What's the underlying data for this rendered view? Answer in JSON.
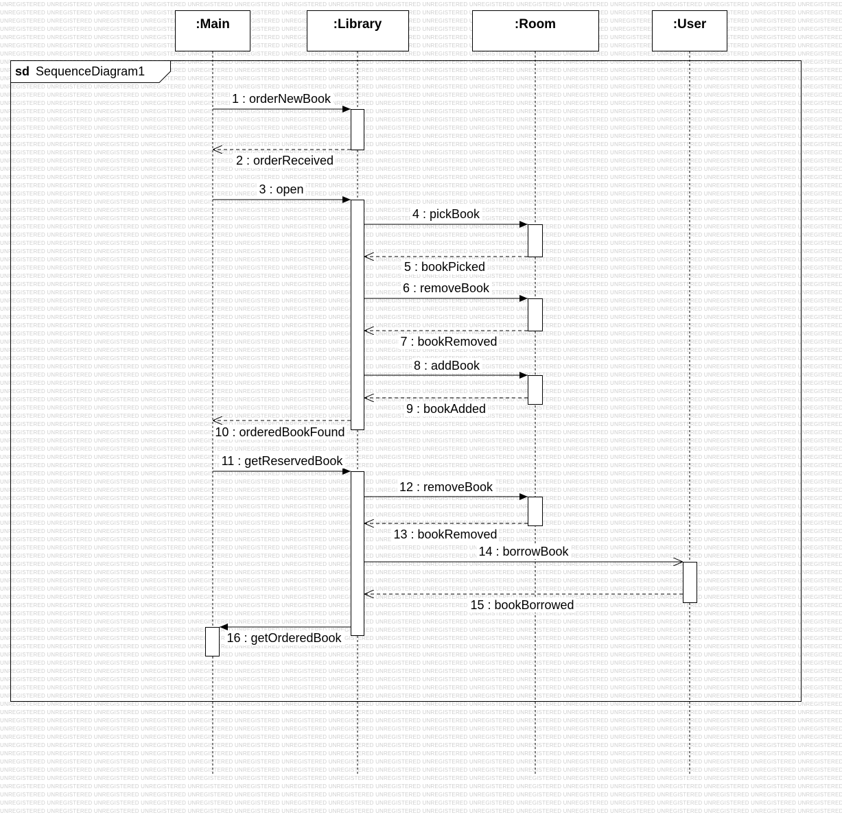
{
  "watermark": "UNREGISTERED",
  "frame": {
    "kind": "sd",
    "name": "SequenceDiagram1"
  },
  "lifelines": [
    {
      "id": "main",
      "label": ":Main"
    },
    {
      "id": "library",
      "label": ":Library"
    },
    {
      "id": "room",
      "label": ":Room"
    },
    {
      "id": "user",
      "label": ":User"
    }
  ],
  "messages": [
    {
      "label": "1 : orderNewBook",
      "from": "main",
      "to": "library",
      "kind": "sync"
    },
    {
      "label": "2 : orderReceived",
      "from": "library",
      "to": "main",
      "kind": "reply"
    },
    {
      "label": "3 : open",
      "from": "main",
      "to": "library",
      "kind": "sync"
    },
    {
      "label": "4 : pickBook",
      "from": "library",
      "to": "room",
      "kind": "sync"
    },
    {
      "label": "5 : bookPicked",
      "from": "room",
      "to": "library",
      "kind": "reply"
    },
    {
      "label": "6 : removeBook",
      "from": "library",
      "to": "room",
      "kind": "sync"
    },
    {
      "label": "7 : bookRemoved",
      "from": "room",
      "to": "library",
      "kind": "reply"
    },
    {
      "label": "8 : addBook",
      "from": "library",
      "to": "room",
      "kind": "sync"
    },
    {
      "label": "9 : bookAdded",
      "from": "room",
      "to": "library",
      "kind": "reply"
    },
    {
      "label": "10 : orderedBookFound",
      "from": "library",
      "to": "main",
      "kind": "reply"
    },
    {
      "label": "11 : getReservedBook",
      "from": "main",
      "to": "library",
      "kind": "sync"
    },
    {
      "label": "12 : removeBook",
      "from": "library",
      "to": "room",
      "kind": "sync"
    },
    {
      "label": "13 : bookRemoved",
      "from": "room",
      "to": "library",
      "kind": "reply"
    },
    {
      "label": "14 : borrowBook",
      "from": "library",
      "to": "user",
      "kind": "async"
    },
    {
      "label": "15 : bookBorrowed",
      "from": "user",
      "to": "library",
      "kind": "reply"
    },
    {
      "label": "16 : getOrderedBook",
      "from": "library",
      "to": "main",
      "kind": "sync"
    }
  ]
}
